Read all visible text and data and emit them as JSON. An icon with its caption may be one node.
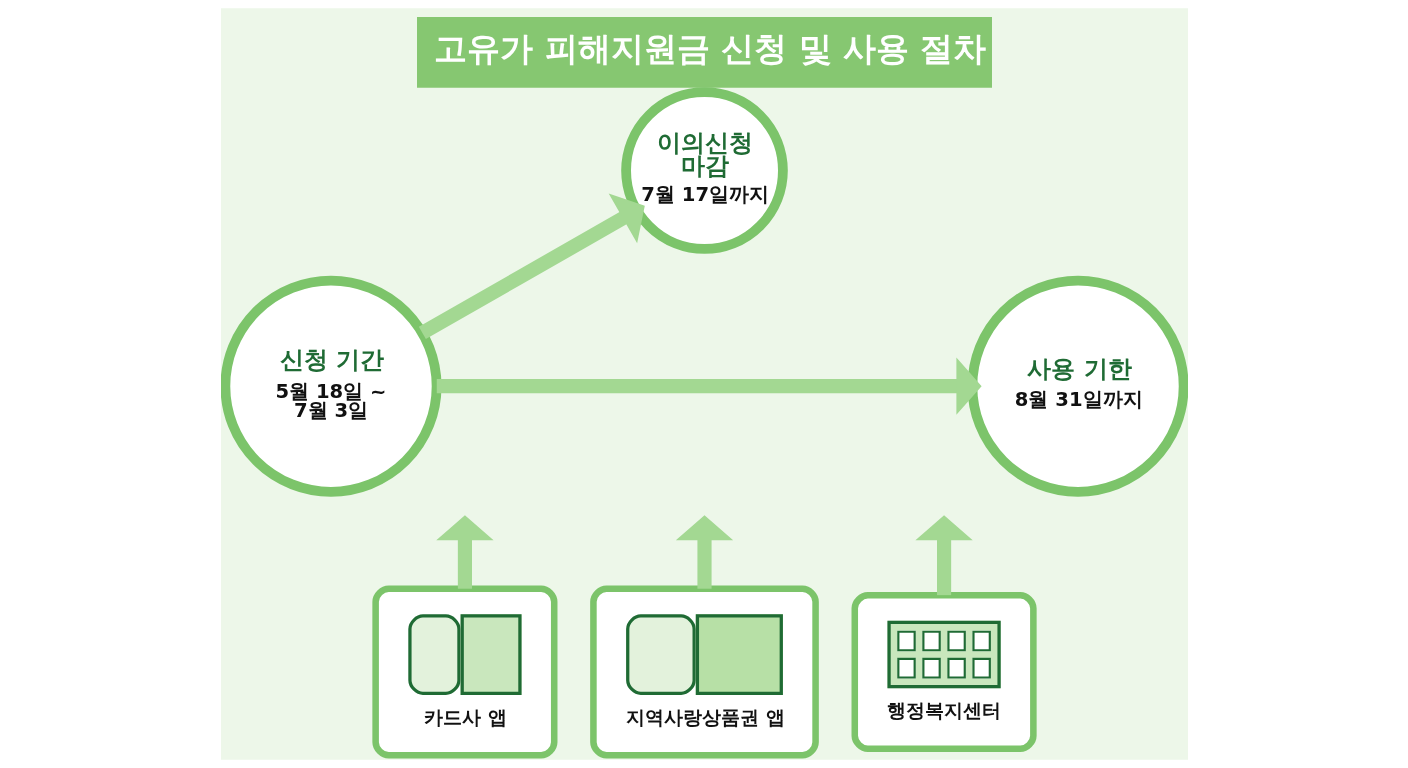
{
  "diagram": {
    "title": "고유가 피해지원금 신청 및 사용 절차",
    "nodes": [
      {
        "text": [
          "신청 기간",
          "5월 18일 ~ 7월 3일"
        ]
      },
      {
        "text": [
          "이의신청 마감",
          "7월 17일까지"
        ]
      },
      {
        "text": [
          "사용 기한",
          "8월 31일까지"
        ]
      },
      {
        "text": [
          "카드사 앱"
        ]
      },
      {
        "text": [
          "지역사랑상품권 앱"
        ]
      },
      {
        "text": [
          "행정복지센터"
        ]
      }
    ],
    "edges": [
      {
        "from": 0,
        "to": 1,
        "arrow": "to"
      },
      {
        "from": 0,
        "to": 2,
        "arrow": "to"
      },
      {
        "from": 3,
        "to": null,
        "arrow": "to"
      },
      {
        "from": 4,
        "to": null,
        "arrow": "to"
      },
      {
        "from": 5,
        "to": null,
        "arrow": "to"
      }
    ]
  }
}
